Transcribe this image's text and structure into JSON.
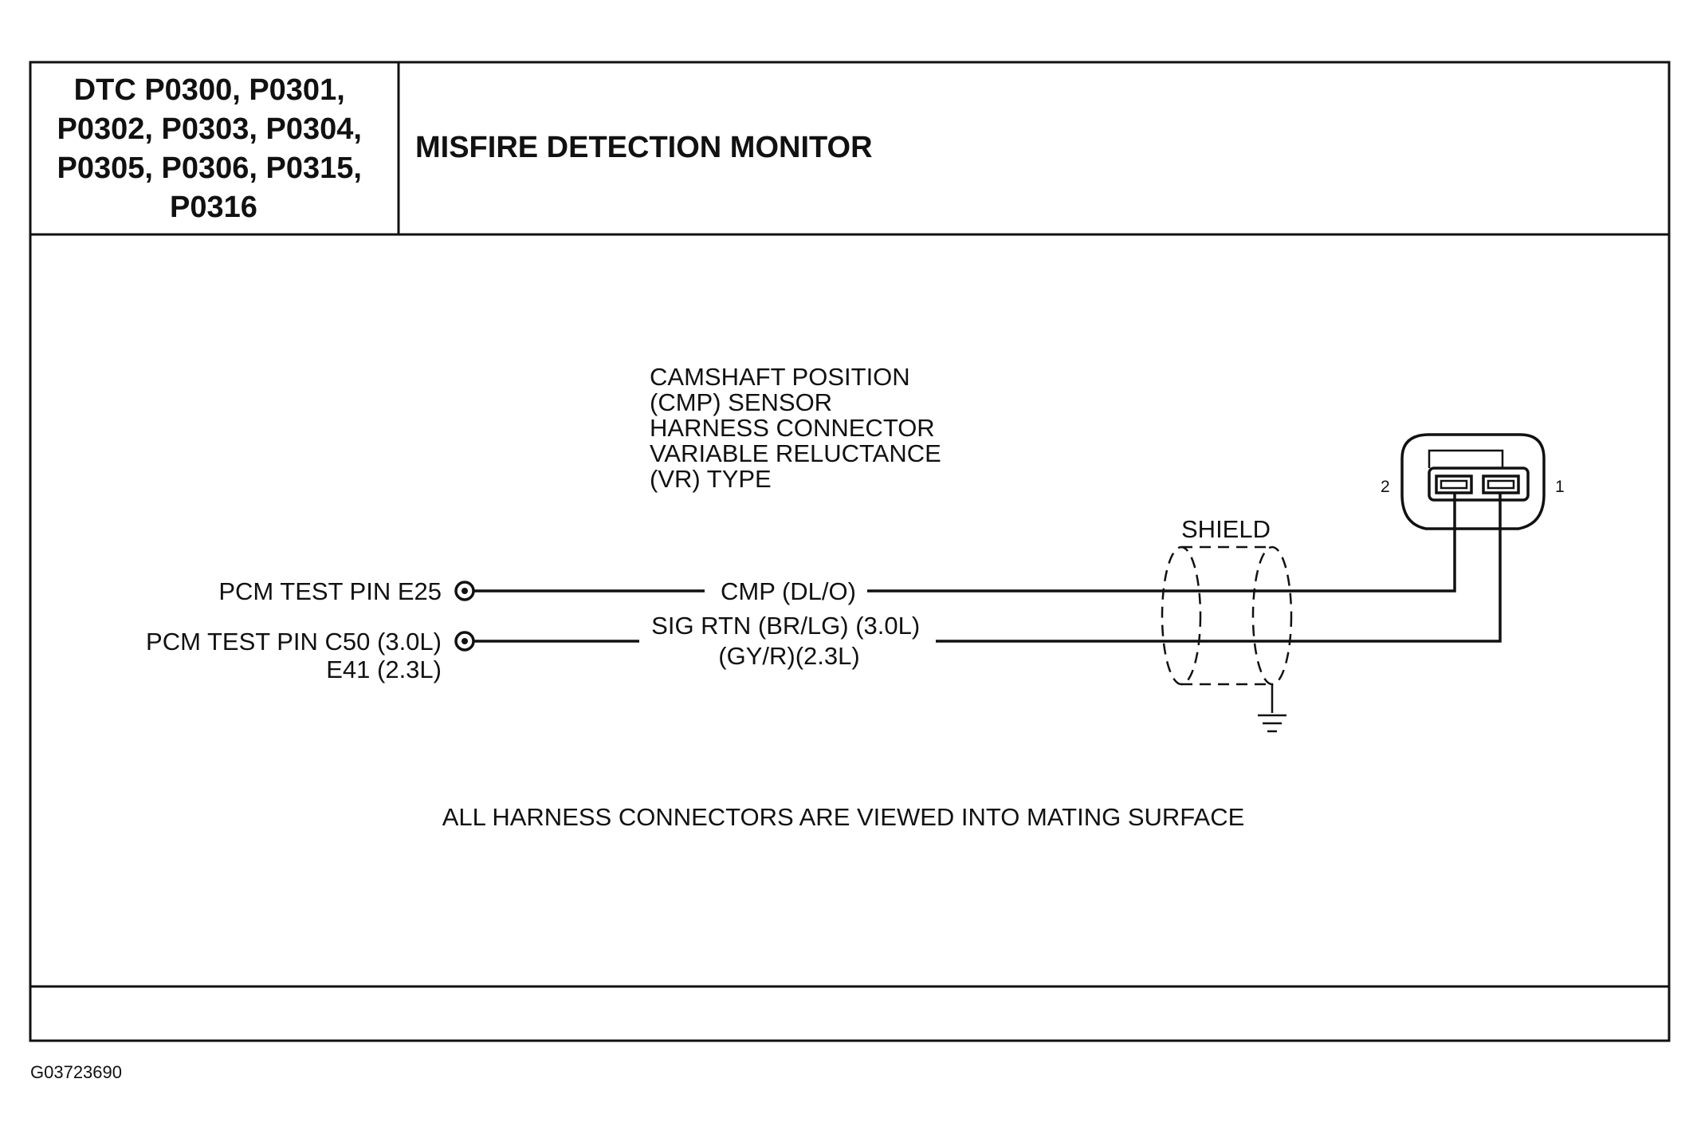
{
  "header": {
    "dtc_lines": [
      "DTC P0300, P0301,",
      "P0302, P0303, P0304,",
      "P0305, P0306, P0315,",
      "P0316"
    ],
    "title": "MISFIRE DETECTION MONITOR"
  },
  "sensor": {
    "caption_lines": [
      "CAMSHAFT POSITION",
      "(CMP) SENSOR",
      "HARNESS CONNECTOR",
      "VARIABLE RELUCTANCE",
      "(VR) TYPE"
    ],
    "pin_1": "1",
    "pin_2": "2"
  },
  "shield": {
    "label": "SHIELD"
  },
  "circuits": {
    "test_pin_e25": "PCM TEST PIN E25",
    "test_pin_c50_line1": "PCM TEST PIN C50 (3.0L)",
    "test_pin_c50_line2": "E41 (2.3L)",
    "cmp_wire": "CMP (DL/O)",
    "sig_rtn_line1": "SIG RTN (BR/LG) (3.0L)",
    "sig_rtn_line2": "(GY/R)(2.3L)"
  },
  "note": "ALL HARNESS CONNECTORS ARE VIEWED INTO MATING SURFACE",
  "figure_id": "G03723690"
}
